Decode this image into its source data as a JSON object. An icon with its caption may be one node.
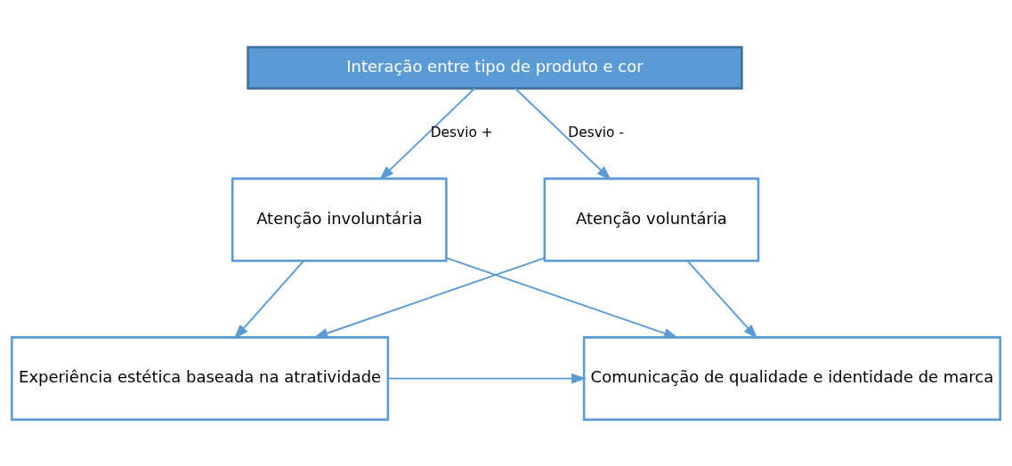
{
  "diagram": {
    "nodes": [
      {
        "text": [
          "Interação entre tipo de produto e cor"
        ]
      },
      {
        "text": [
          "Atenção involuntária"
        ]
      },
      {
        "text": [
          "Atenção voluntária"
        ]
      },
      {
        "text": [
          "Experiência estética baseada na atratividade"
        ]
      },
      {
        "text": [
          "Comunicação de qualidade e identidade de marca"
        ]
      }
    ],
    "edges": [
      {
        "from": 0,
        "to": 1,
        "arrow": "to",
        "label": "Desvio +"
      },
      {
        "from": 0,
        "to": 2,
        "arrow": "to",
        "label": "Desvio -"
      },
      {
        "from": 1,
        "to": 3,
        "arrow": "to"
      },
      {
        "from": 1,
        "to": 4,
        "arrow": "to"
      },
      {
        "from": 2,
        "to": 3,
        "arrow": "to"
      },
      {
        "from": 2,
        "to": 4,
        "arrow": "to"
      },
      {
        "from": 3,
        "to": 4,
        "arrow": "to"
      }
    ]
  }
}
